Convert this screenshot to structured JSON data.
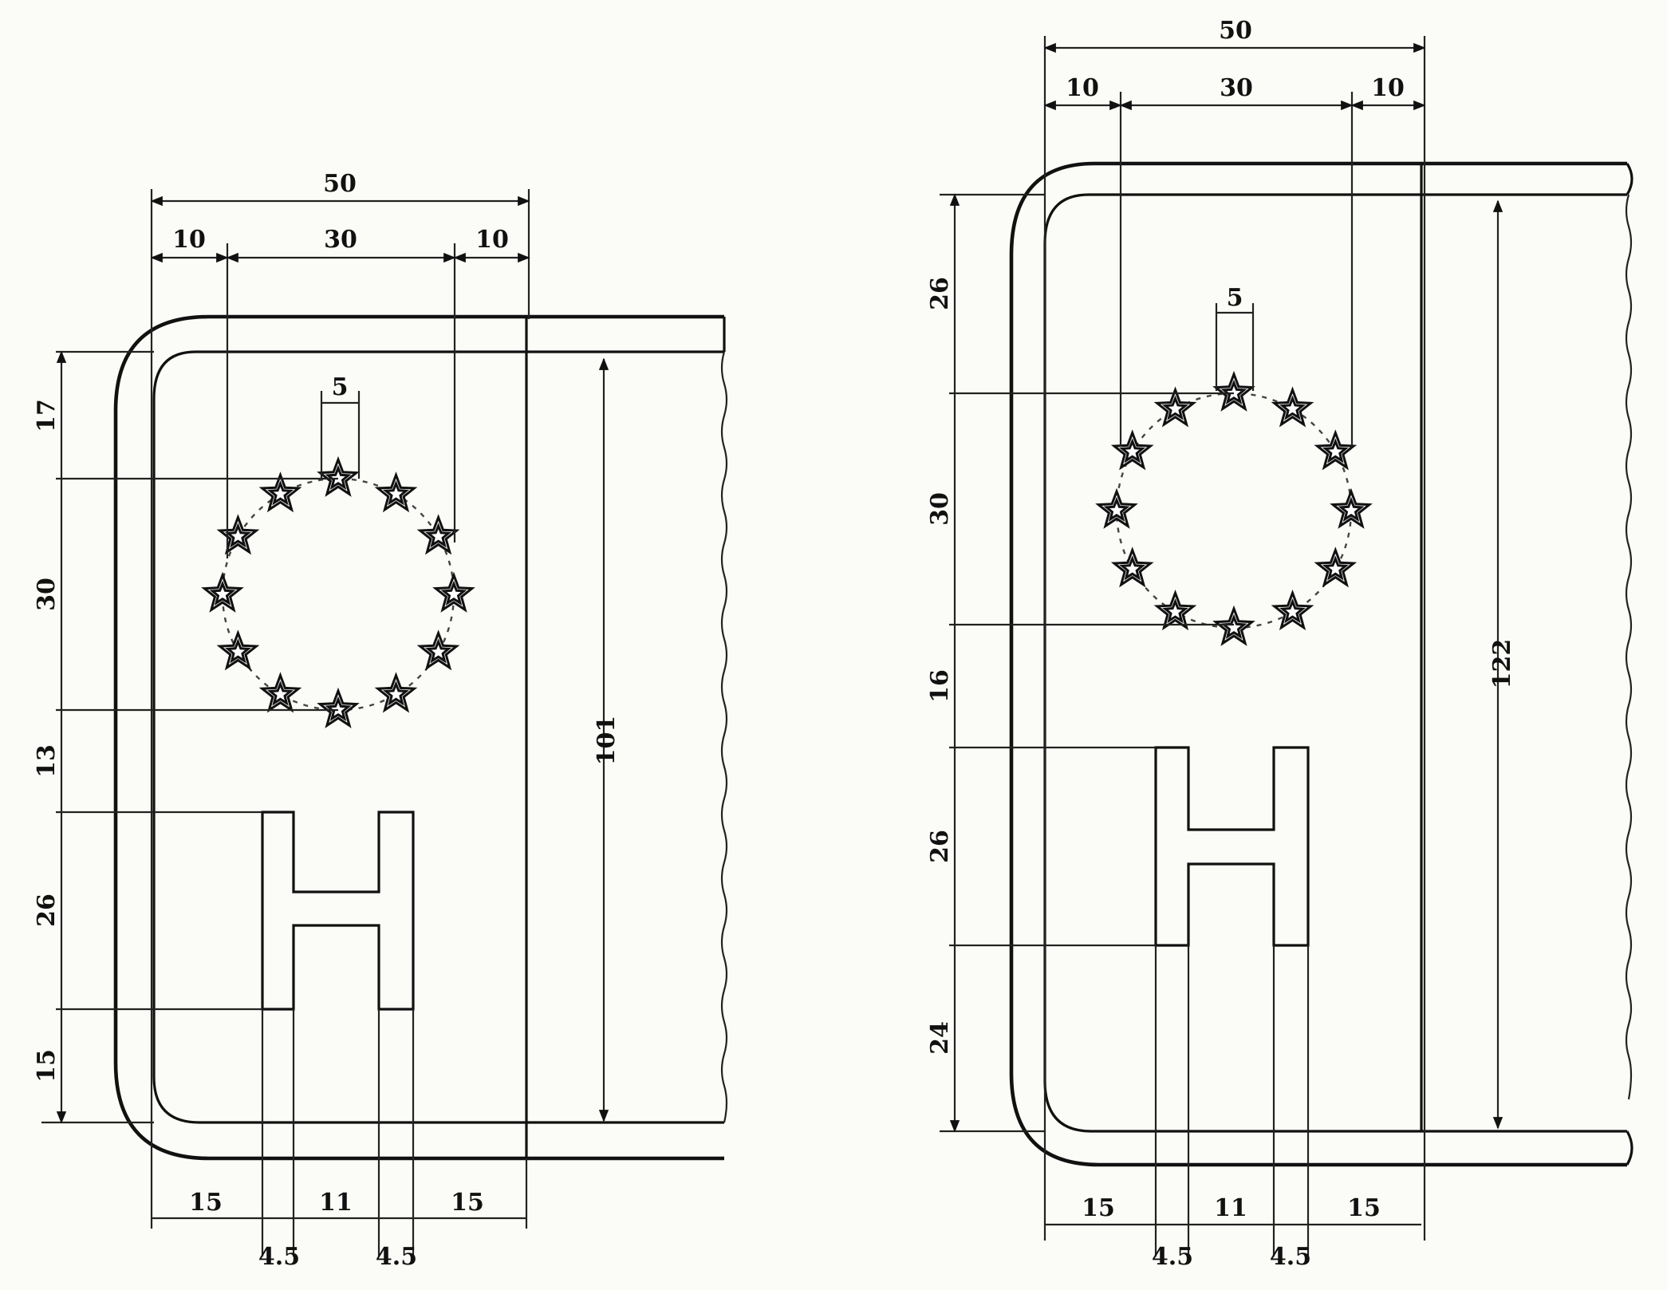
{
  "diagrams": [
    {
      "top": {
        "total": "50",
        "left": "10",
        "middle": "30",
        "right": "10",
        "star_gap": "5"
      },
      "left_dims": [
        "17",
        "30",
        "13",
        "26",
        "15"
      ],
      "height_dim": "101",
      "bottom": {
        "left": "15",
        "middle": "11",
        "right": "15",
        "small_left": "4.5",
        "small_right": "4.5"
      }
    },
    {
      "top": {
        "total": "50",
        "left": "10",
        "middle": "30",
        "right": "10",
        "star_gap": "5"
      },
      "left_dims": [
        "26",
        "30",
        "16",
        "26",
        "24"
      ],
      "height_dim": "122",
      "bottom": {
        "left": "15",
        "middle": "11",
        "right": "15",
        "small_left": "4.5",
        "small_right": "4.5"
      }
    }
  ],
  "colors": {
    "ink": "#111111",
    "paper": "#fbfbf7"
  }
}
